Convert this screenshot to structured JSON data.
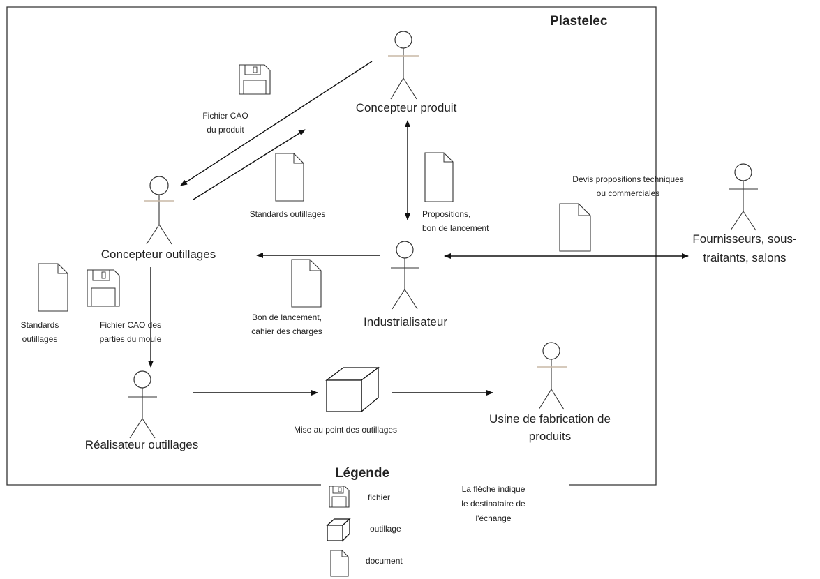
{
  "diagram": {
    "boundary_title": "Plastelec",
    "actors": {
      "concepteur_produit": "Concepteur produit",
      "concepteur_outillages": "Concepteur outillages",
      "industrialisateur": "Industrialisateur",
      "realisateur_outillages": "Réalisateur outillages",
      "fournisseurs": [
        "Fournisseurs, sous-",
        "traitants, salons"
      ],
      "usine": [
        "Usine de fabrication de",
        "produits"
      ]
    },
    "exchanges": {
      "fichier_cao_produit": [
        "Fichier CAO",
        "du produit"
      ],
      "standards_outillages_top": "Standards outillages",
      "propositions": [
        "Propositions,",
        "bon de lancement"
      ],
      "devis": [
        "Devis propositions techniques",
        "ou commerciales"
      ],
      "bon_lancement": [
        "Bon de lancement,",
        "cahier des charges"
      ],
      "standards_outillages_left": [
        "Standards",
        "outillages"
      ],
      "fichier_cao_moule": [
        "Fichier CAO des",
        "parties du moule"
      ],
      "mise_au_point": "Mise au point des outillages"
    }
  },
  "legend": {
    "title": "Légende",
    "items": {
      "fichier": "fichier",
      "outillage": "outillage",
      "document": "document"
    },
    "note": [
      "La flèche indique",
      "le destinataire de",
      "l'échange"
    ]
  },
  "icons": [
    "actor-icon",
    "floppy-disk-icon",
    "document-icon",
    "tooling-box-icon",
    "arrow-icon"
  ]
}
